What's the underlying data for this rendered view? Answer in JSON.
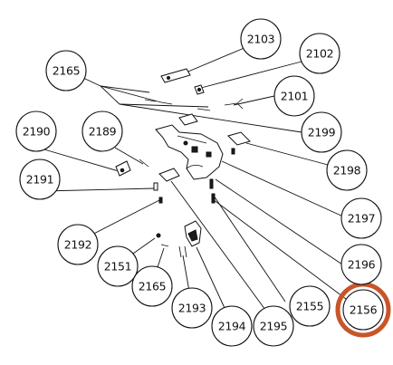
{
  "diagram": {
    "callouts": [
      {
        "id": "c2103",
        "label": "2103"
      },
      {
        "id": "c2102",
        "label": "2102"
      },
      {
        "id": "c2165a",
        "label": "2165"
      },
      {
        "id": "c2101",
        "label": "2101"
      },
      {
        "id": "c2190",
        "label": "2190"
      },
      {
        "id": "c2189",
        "label": "2189"
      },
      {
        "id": "c2199",
        "label": "2199"
      },
      {
        "id": "c2198",
        "label": "2198"
      },
      {
        "id": "c2191",
        "label": "2191"
      },
      {
        "id": "c2197",
        "label": "2197"
      },
      {
        "id": "c2192",
        "label": "2192"
      },
      {
        "id": "c2196",
        "label": "2196"
      },
      {
        "id": "c2151",
        "label": "2151"
      },
      {
        "id": "c2165b",
        "label": "2165"
      },
      {
        "id": "c2155",
        "label": "2155"
      },
      {
        "id": "c2156",
        "label": "2156"
      },
      {
        "id": "c2193",
        "label": "2193"
      },
      {
        "id": "c2194",
        "label": "2194"
      },
      {
        "id": "c2195",
        "label": "2195"
      }
    ],
    "highlight": {
      "target": "2156",
      "color": "#c8552a"
    },
    "line_color": "#111111",
    "background": "#ffffff"
  }
}
